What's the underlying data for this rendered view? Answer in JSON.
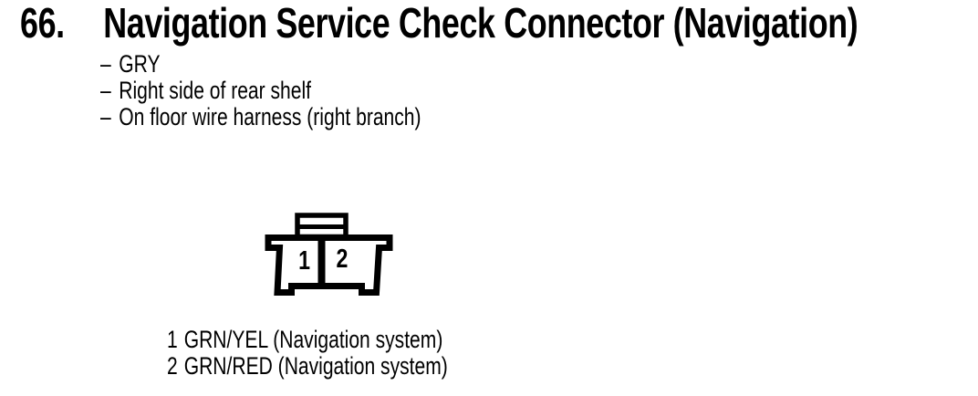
{
  "document": {
    "item_number": "66.",
    "title": "Navigation Service Check Connector (Navigation)",
    "bullet_char": "–",
    "details": [
      "GRY",
      "Right side of rear shelf",
      "On floor wire harness (right branch)"
    ],
    "connector": {
      "pin_labels": [
        "1",
        "2"
      ],
      "outline_color": "#000000",
      "fill_color": "#ffffff"
    },
    "legend": [
      {
        "pin": "1",
        "wire": "GRN/YEL (Navigation system)"
      },
      {
        "pin": "2",
        "wire": "GRN/RED (Navigation system)"
      }
    ]
  }
}
